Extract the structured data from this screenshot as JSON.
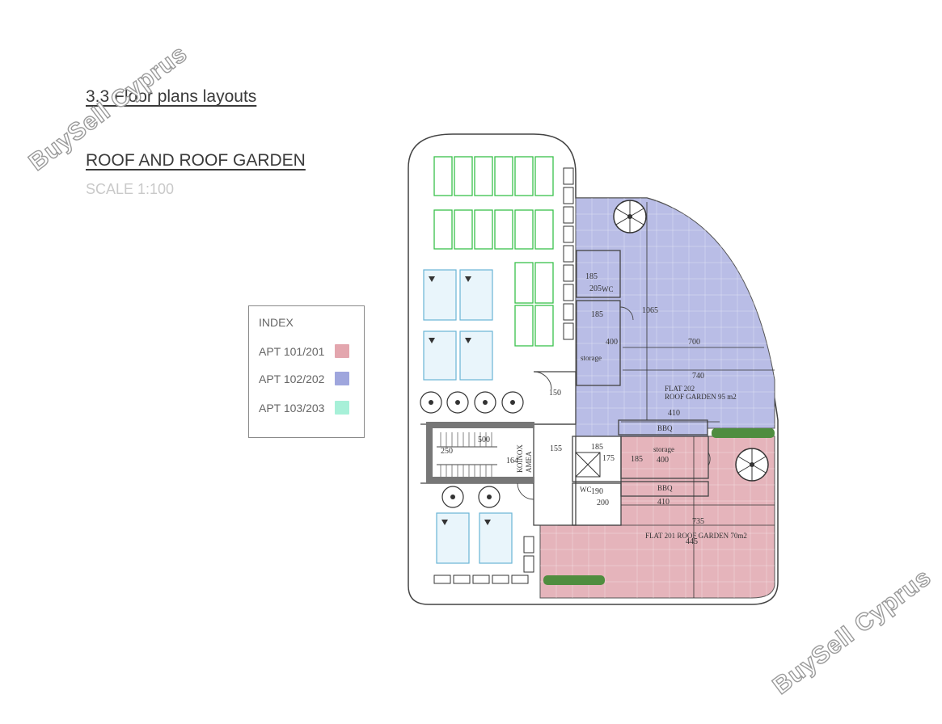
{
  "document": {
    "section_title": "3.3 Floor plans layouts",
    "plan_title": "ROOF AND ROOF GARDEN",
    "scale": "SCALE 1:100"
  },
  "index": {
    "title": "INDEX",
    "items": [
      {
        "label": "APT 101/201",
        "color": "#e3a6ae"
      },
      {
        "label": "APT 102/202",
        "color": "#9fa6dd"
      },
      {
        "label": "APT 103/203",
        "color": "#a7f0d8"
      }
    ]
  },
  "watermark": {
    "text": "BuySell Cyprus"
  },
  "plan": {
    "flat202_label": "FLAT 202",
    "flat202_garden": "ROOF GARDEN 95 m2",
    "flat201_garden": "FLAT 201 ROOF GARDEN 70m2",
    "storage_label": "storage",
    "storage_label_2": "storage",
    "wc_label": "WC",
    "wc_label_2": "WC",
    "bbq_label": "BBQ",
    "bbq_label_2": "BBQ",
    "koini_label": "ΚΟΙΝΟΧ",
    "koini_label_2": "ΑΜΕΑ",
    "dims": {
      "d185a": "185",
      "d205": "205",
      "d185b": "185",
      "d1065": "1065",
      "d400a": "400",
      "d700": "700",
      "d740": "740",
      "d150": "150",
      "d410a": "410",
      "d500": "500",
      "d250": "250",
      "d164": "164",
      "d155": "155",
      "d185c": "185",
      "d175": "175",
      "d185d": "185",
      "d400b": "400",
      "d190": "190",
      "d200": "200",
      "d410b": "410",
      "d735": "735",
      "d445": "445"
    }
  }
}
